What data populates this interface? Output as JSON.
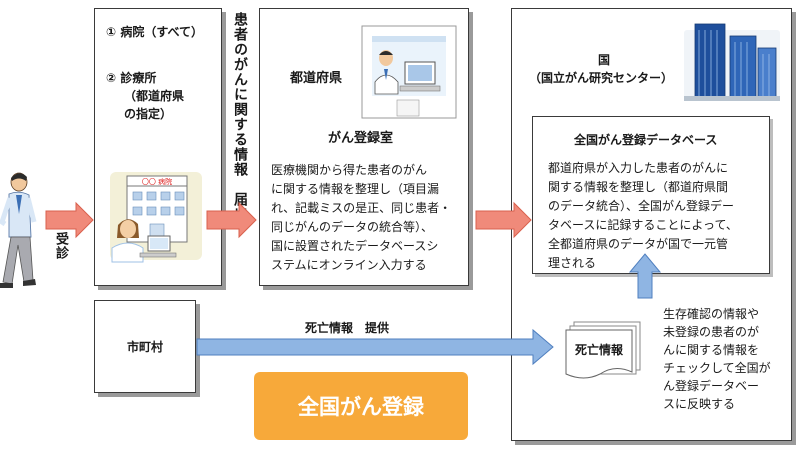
{
  "facilities": {
    "item1": "① 病院（すべて）",
    "item2": "② 診療所",
    "item2_sub1": "（都道府県",
    "item2_sub2": "の指定）"
  },
  "vertical_label": "患者のがんに関する情報　届出",
  "patient_label": "受診",
  "prefecture": {
    "title": "都道府県",
    "office": "がん登録室",
    "desc": [
      "医療機関から得た患者のがん",
      "に関する情報を整理し（項目漏",
      "れ、記載ミスの是正、同じ患者・",
      "同じがんのデータの統合等）、",
      "国に設置されたデータベースシ",
      "ステムにオンライン入力する"
    ]
  },
  "country": {
    "title1": "国",
    "title2": "（国立がん研究センター）",
    "db_title": "全国がん登録データベース",
    "db_desc": [
      "都道府県が入力した患者のがんに",
      "関する情報を整理し（都道府県間",
      "のデータ統合）、全国がん登録デー",
      "タベースに記録することによって、",
      "全都道府県のデータが国で一元管",
      "理される"
    ],
    "death_doc": "死亡情報",
    "check_desc": [
      "生存確認の情報や",
      "未登録の患者のが",
      "んに関する情報を",
      "チェックして全国が",
      "ん登録データベー",
      "スに反映する"
    ]
  },
  "city": {
    "label": "市町村"
  },
  "death_flow_label": "死亡情報　提供",
  "badge": "全国がん登録",
  "hospital_sign": "〇〇 病院",
  "colors": {
    "red_arrow": "#f08a7a",
    "red_arrow_stroke": "#d9604d",
    "blue_arrow": "#8fb5e3",
    "blue_arrow_stroke": "#4f7fbf",
    "badge": "#f7a93a"
  }
}
